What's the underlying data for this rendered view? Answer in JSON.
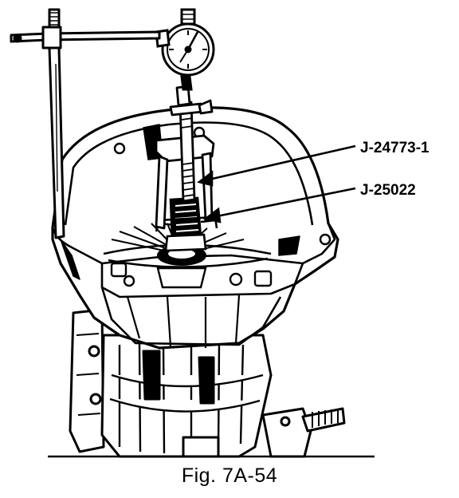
{
  "figure": {
    "caption": "Fig. 7A-54"
  },
  "callouts": [
    {
      "label": "J-24773-1"
    },
    {
      "label": "J-25022"
    }
  ],
  "colors": {
    "ink": "#000000",
    "paper": "#ffffff"
  }
}
